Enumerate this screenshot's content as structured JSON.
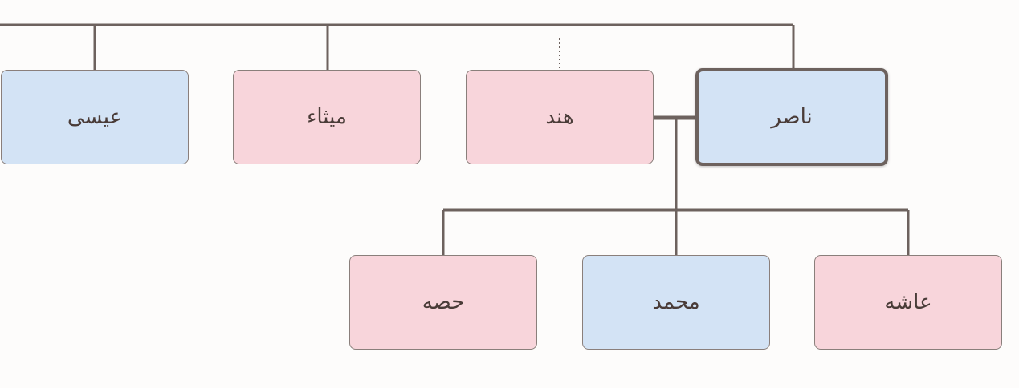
{
  "tree": {
    "parents_row": [
      {
        "name": "عيسى",
        "gender": "male"
      },
      {
        "name": "ميثاء",
        "gender": "female"
      },
      {
        "name": "هند",
        "gender": "female"
      },
      {
        "name": "ناصر",
        "gender": "male"
      }
    ],
    "children_row": [
      {
        "name": "حصه",
        "gender": "female"
      },
      {
        "name": "محمد",
        "gender": "male"
      },
      {
        "name": "عاشه",
        "gender": "female"
      }
    ]
  },
  "colors": {
    "male": "#d3e3f5",
    "female": "#f8d5db",
    "line": "#6d625e",
    "background": "#fdfcfb"
  }
}
